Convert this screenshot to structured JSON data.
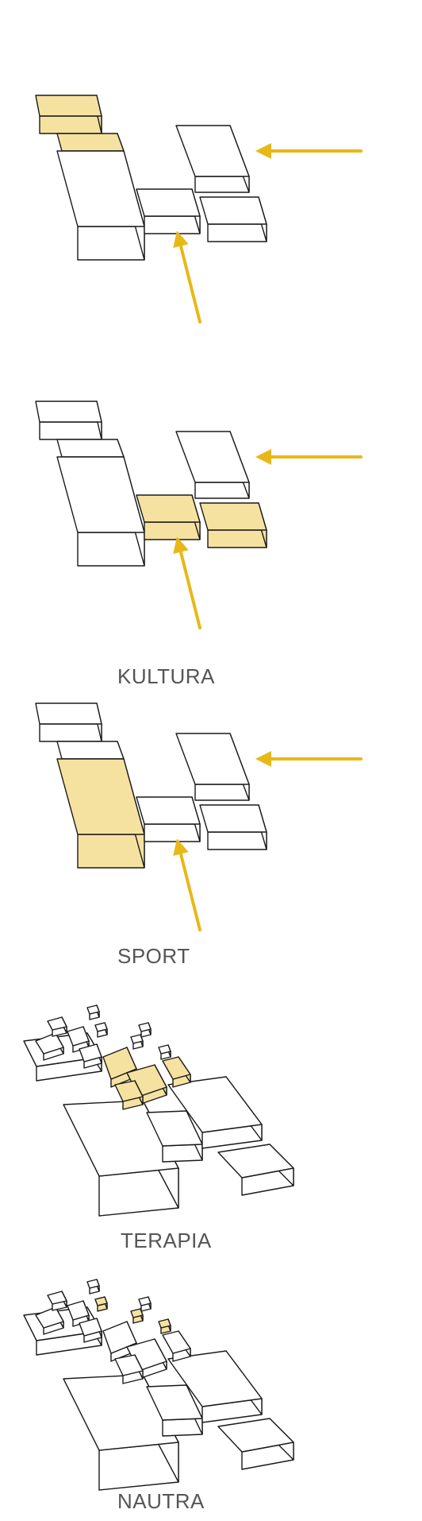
{
  "colors": {
    "highlight": "#f6e2a0",
    "arrow": "#e8b818",
    "line": "#1a1a1a",
    "caption": "#555555"
  },
  "panels": [
    {
      "caption": ""
    },
    {
      "caption": "KULTURA"
    },
    {
      "caption": "SPORT"
    },
    {
      "caption": "TERAPIA"
    },
    {
      "caption": "NAUTRA"
    }
  ]
}
